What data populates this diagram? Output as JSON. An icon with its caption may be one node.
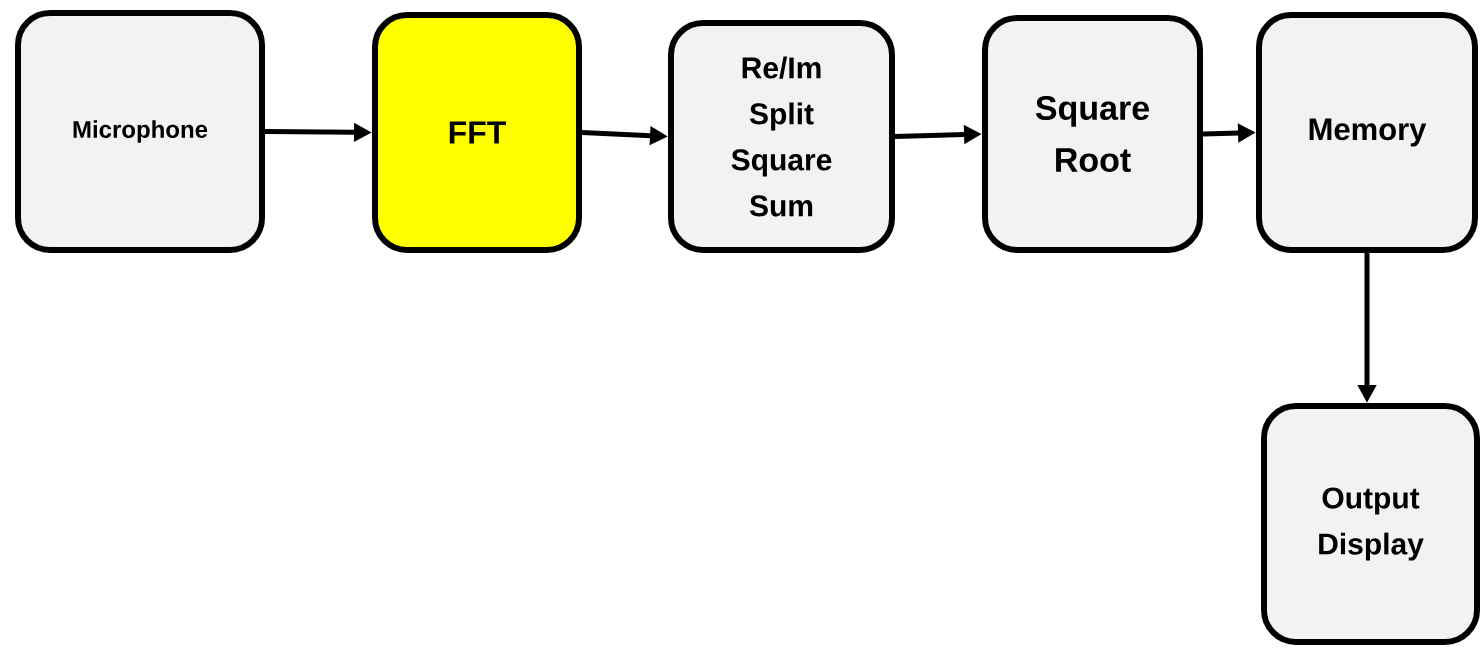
{
  "diagram": {
    "nodes": [
      {
        "text": [
          "Microphone"
        ]
      },
      {
        "text": [
          "FFT"
        ]
      },
      {
        "text": [
          "Re/Im Split Square Sum"
        ]
      },
      {
        "text": [
          "Square Root"
        ]
      },
      {
        "text": [
          "Memory"
        ]
      },
      {
        "text": [
          "Output Display"
        ]
      }
    ],
    "edges": [
      {
        "from": 0,
        "to": 1,
        "arrow": "to"
      },
      {
        "from": 1,
        "to": 2,
        "arrow": "to"
      },
      {
        "from": 2,
        "to": 3,
        "arrow": "to"
      },
      {
        "from": 3,
        "to": 4,
        "arrow": "to"
      },
      {
        "from": 4,
        "to": 5,
        "arrow": "to"
      }
    ]
  }
}
